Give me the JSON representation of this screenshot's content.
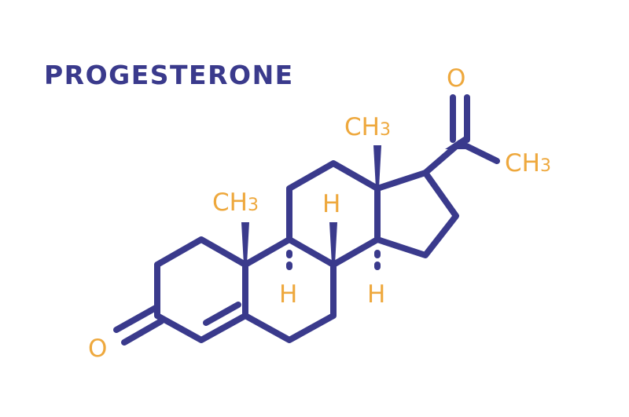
{
  "title": "PROGESTERONE",
  "colors": {
    "bond": "#3a3a8c",
    "atom_label": "#eea83d",
    "background": "#ffffff"
  },
  "labels": {
    "o_ketone_ring": "O",
    "o_acetyl": "O",
    "ch3_c10_main": "CH",
    "ch3_c10_sub": "3",
    "ch3_c13_main": "CH",
    "ch3_c13_sub": "3",
    "ch3_acetyl_main": "CH",
    "ch3_acetyl_sub": "3",
    "h_c8": "H",
    "h_c9": "H",
    "h_c14": "H"
  }
}
